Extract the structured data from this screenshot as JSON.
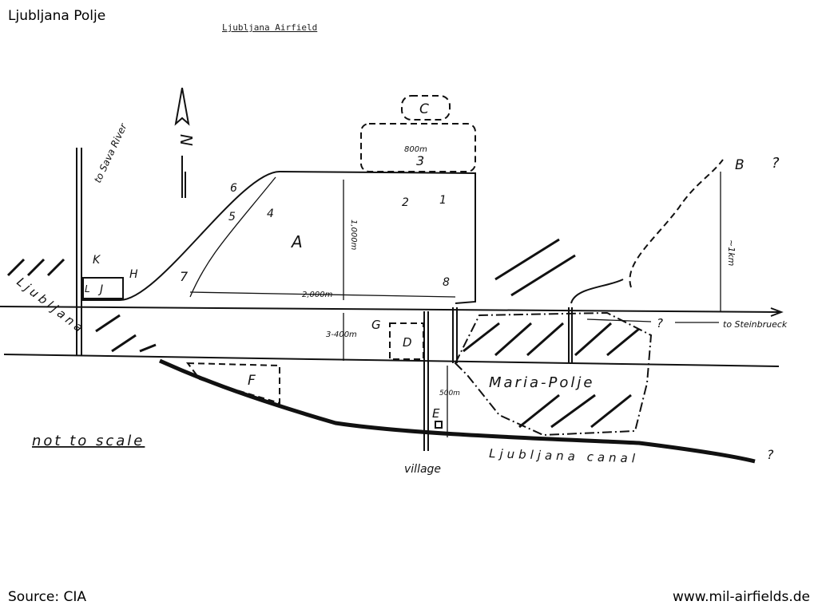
{
  "header": {
    "title": "Ljubljana Polje"
  },
  "footer": {
    "source": "Source: CIA",
    "website": "www.mil-airfields.de"
  },
  "map": {
    "typed_title": "Ljubljana Airfield",
    "north": "N",
    "to_sava_river": "to Sava River",
    "to_steinbrueck": "to Steinbrueck",
    "city": "Ljubljana",
    "maria_polje": "Maria-Polje",
    "canal": "Ljubljana canal",
    "village": "village",
    "not_to_scale": "not to scale",
    "question": "?",
    "dimensions": {
      "width_800": "800m",
      "length_2000": "2,000m",
      "height_1000": "1,000m",
      "gap_3_400": "3-400m",
      "dist_500": "500m",
      "dist_1km": "~1km"
    },
    "areas": {
      "A": "A",
      "B": "B",
      "C": "C",
      "D": "D",
      "E": "E",
      "F": "F",
      "G": "G",
      "H": "H",
      "J": "J",
      "K": "K",
      "L": "L"
    },
    "points": {
      "p1": "1",
      "p2": "2",
      "p3": "3",
      "p4": "4",
      "p5": "5",
      "p6": "6",
      "p7": "7",
      "p8": "8"
    }
  }
}
